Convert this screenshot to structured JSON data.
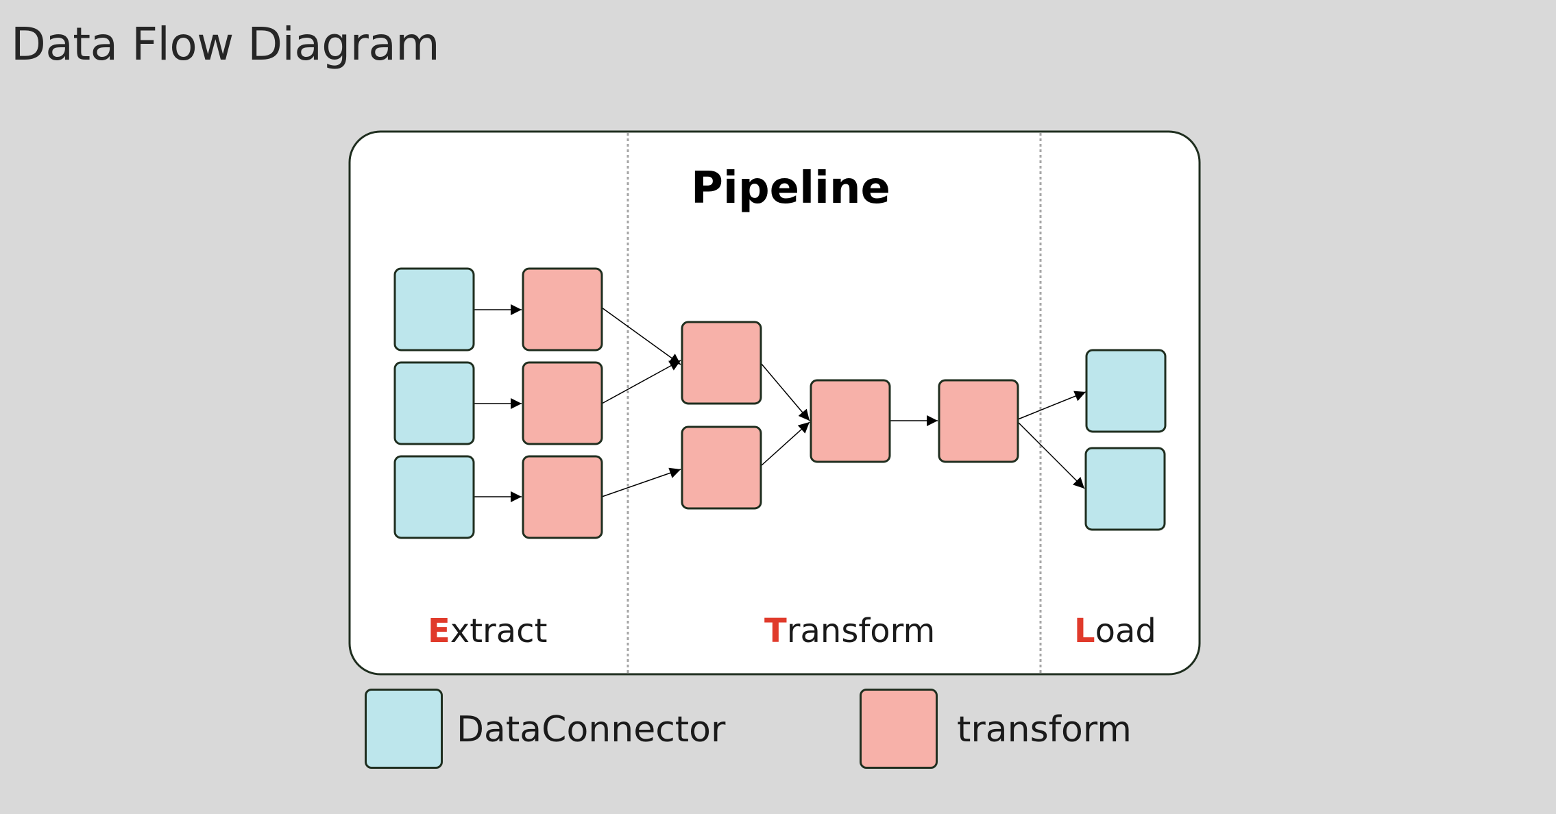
{
  "title": "Data Flow Diagram",
  "pipeline": {
    "title": "Pipeline",
    "stages": [
      {
        "initial": "E",
        "rest": "xtract"
      },
      {
        "initial": "T",
        "rest": "ransform"
      },
      {
        "initial": "L",
        "rest": "oad"
      }
    ]
  },
  "legend": {
    "items": [
      {
        "label": "DataConnector",
        "color": "#bde6ec"
      },
      {
        "label": "transform",
        "color": "#f7b1a9"
      }
    ]
  },
  "colors": {
    "connector": "#bde6ec",
    "transform": "#f7b1a9",
    "stage_initial": "#e03a2b",
    "border": "#1f2e1f"
  }
}
